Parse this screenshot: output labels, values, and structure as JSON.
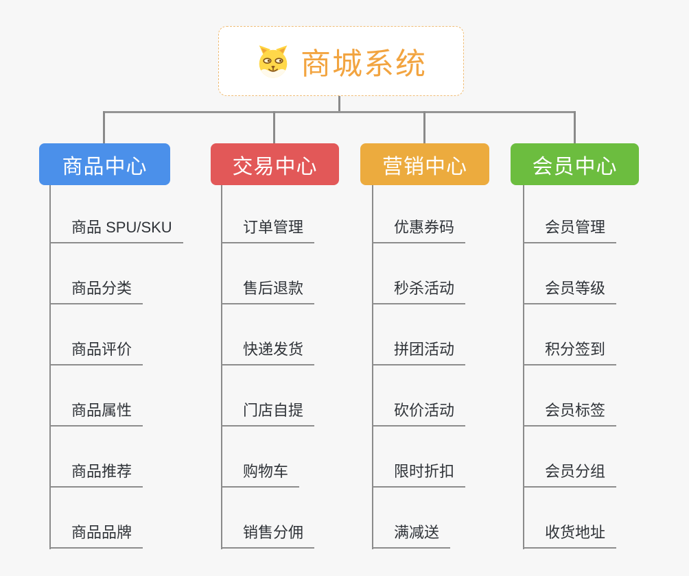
{
  "page": {
    "background_color": "#f7f7f7",
    "connector_color": "#8a8a8a"
  },
  "root": {
    "title": "商城系统",
    "icon": "dog-face-icon",
    "title_color": "#f2a440",
    "border_color": "#f0bc74"
  },
  "branches": [
    {
      "label": "商品中心",
      "color": "#4b90ea",
      "children": [
        "商品 SPU/SKU",
        "商品分类",
        "商品评价",
        "商品属性",
        "商品推荐",
        "商品品牌"
      ]
    },
    {
      "label": "交易中心",
      "color": "#e25858",
      "children": [
        "订单管理",
        "售后退款",
        "快递发货",
        "门店自提",
        "购物车",
        "销售分佣"
      ]
    },
    {
      "label": "营销中心",
      "color": "#ecab3e",
      "children": [
        "优惠券码",
        "秒杀活动",
        "拼团活动",
        "砍价活动",
        "限时折扣",
        "满减送"
      ]
    },
    {
      "label": "会员中心",
      "color": "#6cbd3f",
      "children": [
        "会员管理",
        "会员等级",
        "积分签到",
        "会员标签",
        "会员分组",
        "收货地址"
      ]
    }
  ]
}
